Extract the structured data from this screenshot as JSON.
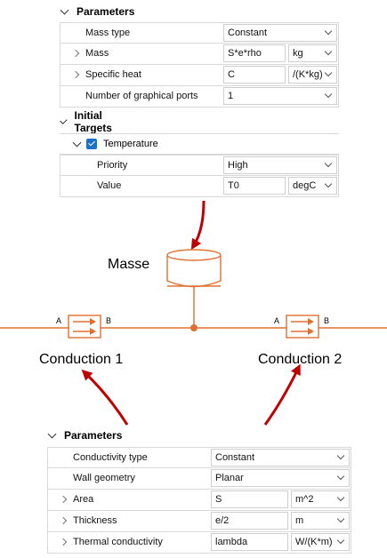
{
  "mass_panel": {
    "section_title": "Parameters",
    "rows": [
      {
        "label": "Mass type",
        "value": "Constant",
        "unit": ""
      },
      {
        "label": "Mass",
        "value": "S*e*rho",
        "unit": "kg"
      },
      {
        "label": "Specific heat",
        "value": "C",
        "unit": "/(K*kg)"
      },
      {
        "label": "Number of graphical ports",
        "value": "1",
        "unit": ""
      }
    ],
    "targets_title": "Initial Targets",
    "temperature_label": "Temperature",
    "target_rows": [
      {
        "label": "Priority",
        "value": "High",
        "unit": ""
      },
      {
        "label": "Value",
        "value": "T0",
        "unit": "degC"
      }
    ]
  },
  "diagram": {
    "mass_label": "Masse",
    "conduction1_label": "Conduction 1",
    "conduction2_label": "Conduction 2",
    "port_a": "A",
    "port_b": "B",
    "line_color": "#e07030",
    "arrow_color": "#c00000"
  },
  "conduction_panel": {
    "section_title": "Parameters",
    "rows": [
      {
        "label": "Conductivity type",
        "value": "Constant",
        "unit": ""
      },
      {
        "label": "Wall geometry",
        "value": "Planar",
        "unit": ""
      },
      {
        "label": "Area",
        "value": "S",
        "unit": "m^2"
      },
      {
        "label": "Thickness",
        "value": "e/2",
        "unit": "m"
      },
      {
        "label": "Thermal conductivity",
        "value": "lambda",
        "unit": "W/(K*m)"
      }
    ]
  }
}
